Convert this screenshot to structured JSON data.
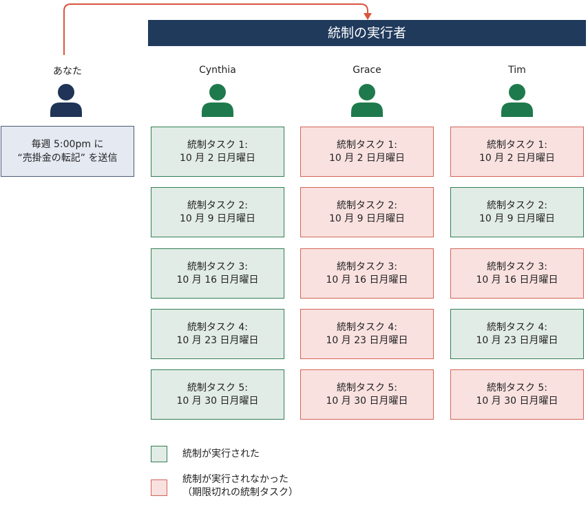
{
  "banner": {
    "title": "統制の実行者"
  },
  "sender": {
    "name": "あなた",
    "message_line1": "毎週 5:00pm に",
    "message_line2": "“売掛金の転記” を送信",
    "color": "#1f3456"
  },
  "executors": [
    {
      "name": "Cynthia",
      "color": "#1e7a4c",
      "tasks": [
        {
          "title": "統制タスク 1:",
          "date": "10 月 2 日月曜日",
          "status": "done"
        },
        {
          "title": "統制タスク 2:",
          "date": "10 月 9 日月曜日",
          "status": "done"
        },
        {
          "title": "統制タスク 3:",
          "date": "10 月 16 日月曜日",
          "status": "done"
        },
        {
          "title": "統制タスク 4:",
          "date": "10 月 23 日月曜日",
          "status": "done"
        },
        {
          "title": "統制タスク 5:",
          "date": "10 月 30 日月曜日",
          "status": "done"
        }
      ]
    },
    {
      "name": "Grace",
      "color": "#1e7a4c",
      "tasks": [
        {
          "title": "統制タスク 1:",
          "date": "10 月 2 日月曜日",
          "status": "missed"
        },
        {
          "title": "統制タスク 2:",
          "date": "10 月 9 日月曜日",
          "status": "missed"
        },
        {
          "title": "統制タスク 3:",
          "date": "10 月 16 日月曜日",
          "status": "missed"
        },
        {
          "title": "統制タスク 4:",
          "date": "10 月 23 日月曜日",
          "status": "missed"
        },
        {
          "title": "統制タスク 5:",
          "date": "10 月 30 日月曜日",
          "status": "missed"
        }
      ]
    },
    {
      "name": "Tim",
      "color": "#1e7a4c",
      "tasks": [
        {
          "title": "統制タスク 1:",
          "date": "10 月 2 日月曜日",
          "status": "missed"
        },
        {
          "title": "統制タスク 2:",
          "date": "10 月 9 日月曜日",
          "status": "done"
        },
        {
          "title": "統制タスク 3:",
          "date": "10 月 16 日月曜日",
          "status": "missed"
        },
        {
          "title": "統制タスク 4:",
          "date": "10 月 23 日月曜日",
          "status": "done"
        },
        {
          "title": "統制タスク 5:",
          "date": "10 月 30 日月曜日",
          "status": "missed"
        }
      ]
    }
  ],
  "legend": {
    "done_label": "統制が実行された",
    "missed_label_line1": "統制が実行されなかった",
    "missed_label_line2": "（期限切れの統制タスク）"
  },
  "colors": {
    "banner": "#203a5c",
    "arrow": "#d9543f",
    "done_fill": "#e2ece6",
    "done_border": "#2f7d53",
    "missed_fill": "#f9e1e0",
    "missed_border": "#d46355"
  }
}
